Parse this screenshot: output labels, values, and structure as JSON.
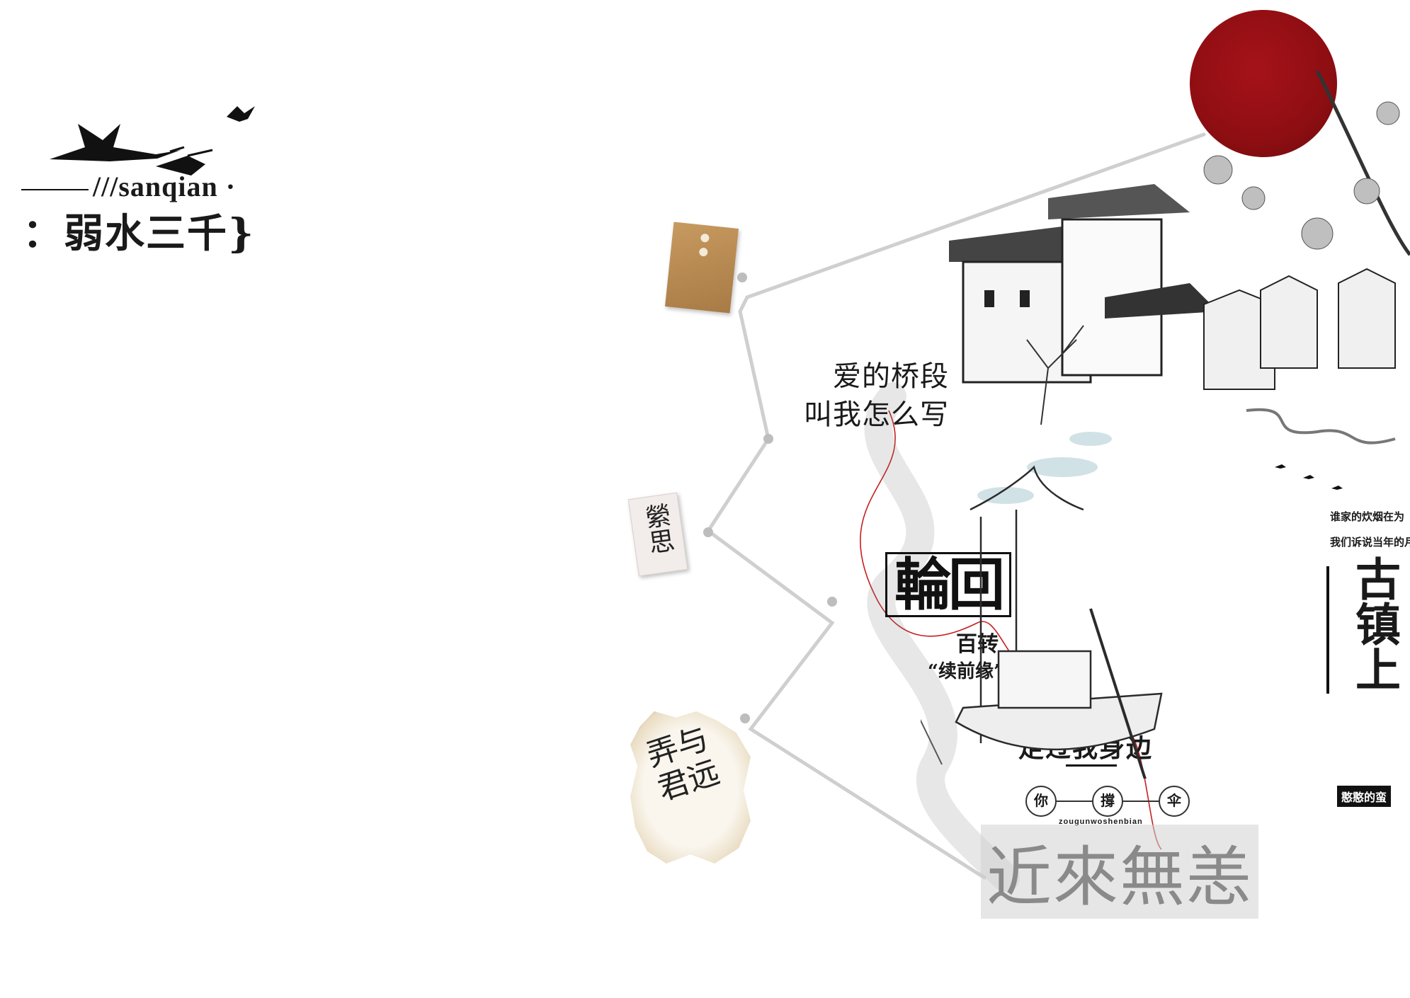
{
  "logo": {
    "subtitle_prefix": "///sanqian ·",
    "title": "：弱水三千}"
  },
  "lyrics": {
    "line1": "爱的桥段",
    "line2": "叫我怎么写"
  },
  "cards": {
    "card2_text": "縈思",
    "card3_text": "弄与君远"
  },
  "center_block": {
    "big_title": "輪回",
    "sub1": "百转",
    "sub2": "“续前缘”"
  },
  "walk_past": "走过我身边",
  "umbrella": [
    "你",
    "撐",
    "伞"
  ],
  "pinyin": "zougunwoshenbian",
  "watermark": "近來無恙",
  "right_text": {
    "line1": "谁家的炊烟在为",
    "line2": "我们诉说当年的月明",
    "big_vertical": "古镇上",
    "stamp": "憨憨的蛮"
  },
  "colors": {
    "sun": "#8e0e12",
    "ink": "#1a1a1a",
    "envelope": "#b88c55",
    "red_thread": "#c42020"
  },
  "icons": [
    "cranes-icon",
    "sun-icon",
    "envelope-icon",
    "boat-icon",
    "pavilion-icon",
    "willow-icon",
    "magnolia-icon"
  ]
}
